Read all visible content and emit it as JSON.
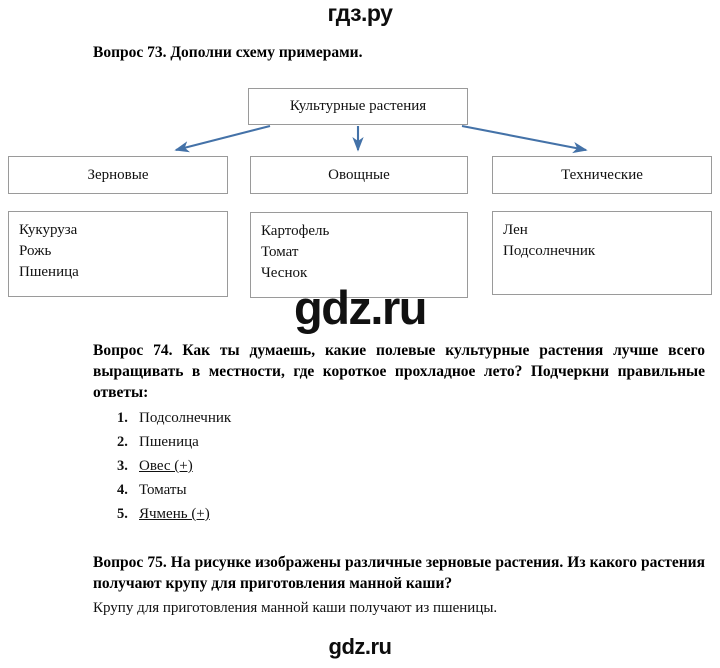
{
  "watermarks": {
    "top_logo": "гдз.ру",
    "middle_logo": "gdz.ru",
    "bottom_logo": "gdz.ru"
  },
  "colors": {
    "arrow": "#4472a8",
    "box_border": "#9a9a9a",
    "text": "#111111"
  },
  "questions": [
    {
      "id": "q73",
      "heading": "Вопрос 73. Дополни схему примерами."
    },
    {
      "id": "q74",
      "heading": "Вопрос 74. Как ты думаешь, какие полевые культурные растения лучше всего выращивать в местности, где короткое прохладное лето? Подчеркни правильные ответы:"
    },
    {
      "id": "q75",
      "heading": "Вопрос 75. На рисунке изображены различные зерновые растения. Из какого растения получают крупу для приготовления манной каши?",
      "answer": "Крупу для приготовления манной каши получают из пшеницы."
    }
  ],
  "diagram": {
    "root": "Культурные растения",
    "branches": [
      {
        "category": "Зерновые",
        "examples": [
          "Кукуруза",
          "Рожь",
          "Пшеница"
        ]
      },
      {
        "category": "Овощные",
        "examples": [
          "Картофель",
          "Томат",
          "Чеснок"
        ]
      },
      {
        "category": "Технические",
        "examples": [
          "Лен",
          "Подсолнечник"
        ]
      }
    ]
  },
  "answer_list": {
    "items": [
      {
        "num": "1.",
        "text": "Подсолнечник",
        "correct": false
      },
      {
        "num": "2.",
        "text": "Пшеница",
        "correct": false
      },
      {
        "num": "3.",
        "text": "Овес (+)",
        "correct": true
      },
      {
        "num": "4.",
        "text": "Томаты",
        "correct": false
      },
      {
        "num": "5.",
        "text": "Ячмень (+)",
        "correct": true
      }
    ]
  }
}
